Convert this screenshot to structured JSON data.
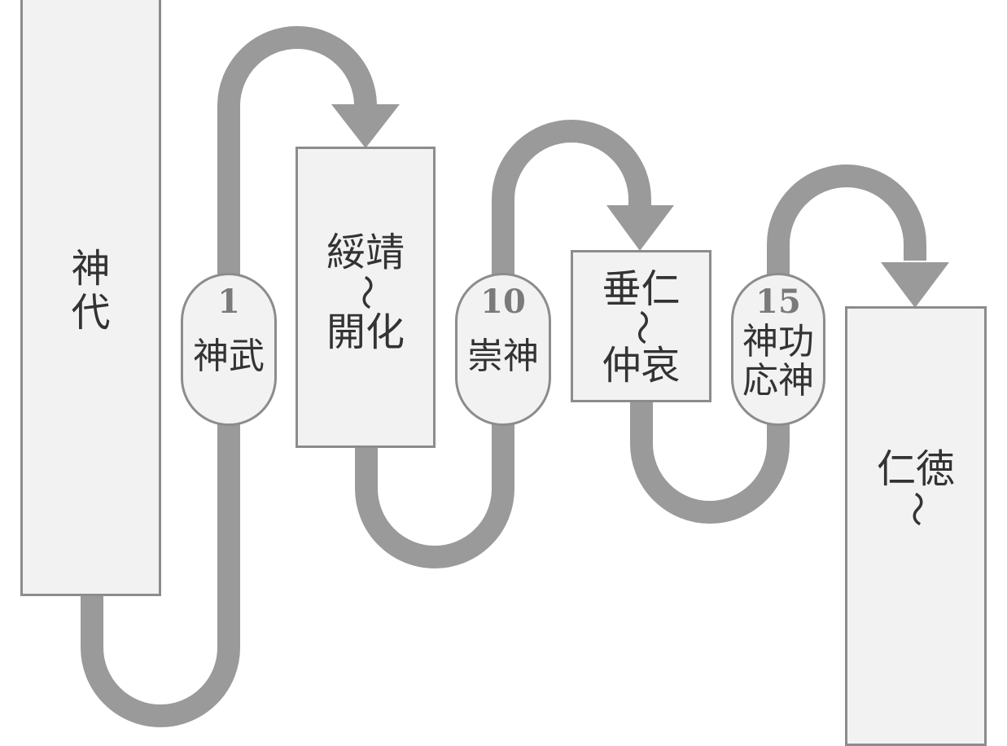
{
  "colors": {
    "connector": "#9a9a9a",
    "box_fill": "#f2f2f2",
    "box_border": "#8c8c8c",
    "text": "#333333",
    "number": "#7a7a7a"
  },
  "boxes": [
    {
      "id": "jindai",
      "lines": [
        "神",
        "代"
      ]
    },
    {
      "id": "suizei-kaika",
      "lines": [
        "綏靖",
        "〜",
        "開化"
      ]
    },
    {
      "id": "suinin-chuai",
      "lines": [
        "垂仁",
        "〜",
        "仲哀"
      ]
    },
    {
      "id": "nintoku",
      "lines": [
        "仁徳",
        "〜"
      ]
    }
  ],
  "emperors": [
    {
      "id": "jimmu",
      "number": "1",
      "name_lines": [
        "神武"
      ]
    },
    {
      "id": "sujin",
      "number": "10",
      "name_lines": [
        "崇神"
      ]
    },
    {
      "id": "jingu-ojin",
      "number": "15",
      "name_lines": [
        "神功",
        "応神"
      ]
    }
  ]
}
